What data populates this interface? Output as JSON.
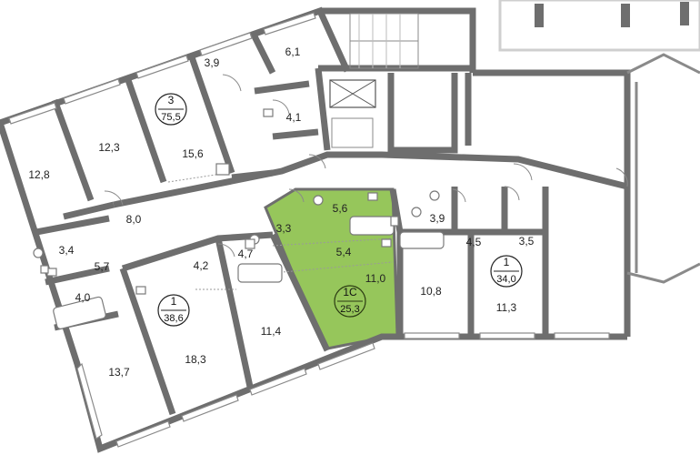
{
  "colors": {
    "highlight": "#96c65b",
    "wall": "#6e6e6e",
    "background": "#ffffff"
  },
  "apartments": {
    "three_room": {
      "count": "3",
      "area": "75,5"
    },
    "one_room_west": {
      "count": "1",
      "area": "38,6"
    },
    "selected_studio": {
      "count": "1С",
      "area": "25,3"
    },
    "one_room_east": {
      "count": "1",
      "area": "34,0"
    }
  },
  "rooms": {
    "r_3_9": "3,9",
    "r_6_1": "6,1",
    "r_4_1": "4,1",
    "r_12_3": "12,3",
    "r_15_6": "15,6",
    "r_12_8": "12,8",
    "r_8_0": "8,0",
    "r_3_4": "3,4",
    "r_5_7": "5,7",
    "r_4_0": "4,0",
    "r_13_7": "13,7",
    "r_4_2": "4,2",
    "r_4_7": "4,7",
    "r_18_3": "18,3",
    "r_11_4": "11,4",
    "r_3_3": "3,3",
    "r_5_6": "5,6",
    "r_5_4": "5,4",
    "r_11_0": "11,0",
    "r_3_9b": "3,9",
    "r_4_5": "4,5",
    "r_3_5": "3,5",
    "r_10_8": "10,8",
    "r_11_3": "11,3"
  }
}
